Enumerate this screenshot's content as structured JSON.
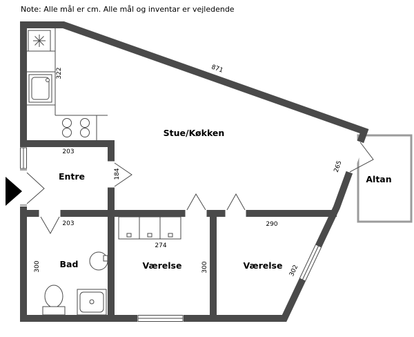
{
  "note": "Note: Alle mål er cm. Alle mål og inventar er vejledende",
  "rooms": {
    "stue_kokken": "Stue/Køkken",
    "entre": "Entre",
    "bad": "Bad",
    "vaerelse_1": "Værelse",
    "vaerelse_2": "Værelse",
    "altan": "Altan"
  },
  "dimensions": {
    "kitchen_wall": "322",
    "top_diagonal": "871",
    "entre_width": "203",
    "entre_opening": "184",
    "bad_width": "203",
    "wardrobe_width": "274",
    "bad_depth": "300",
    "vaerelse1_depth": "300",
    "vaerelse2_width": "290",
    "vaerelse2_diagonal": "302",
    "altan_wall": "265"
  },
  "units": "cm",
  "colors": {
    "wall": "#4a4a4a",
    "balcony": "#9b9b9b",
    "arrow": "#000000",
    "background": "#ffffff"
  }
}
